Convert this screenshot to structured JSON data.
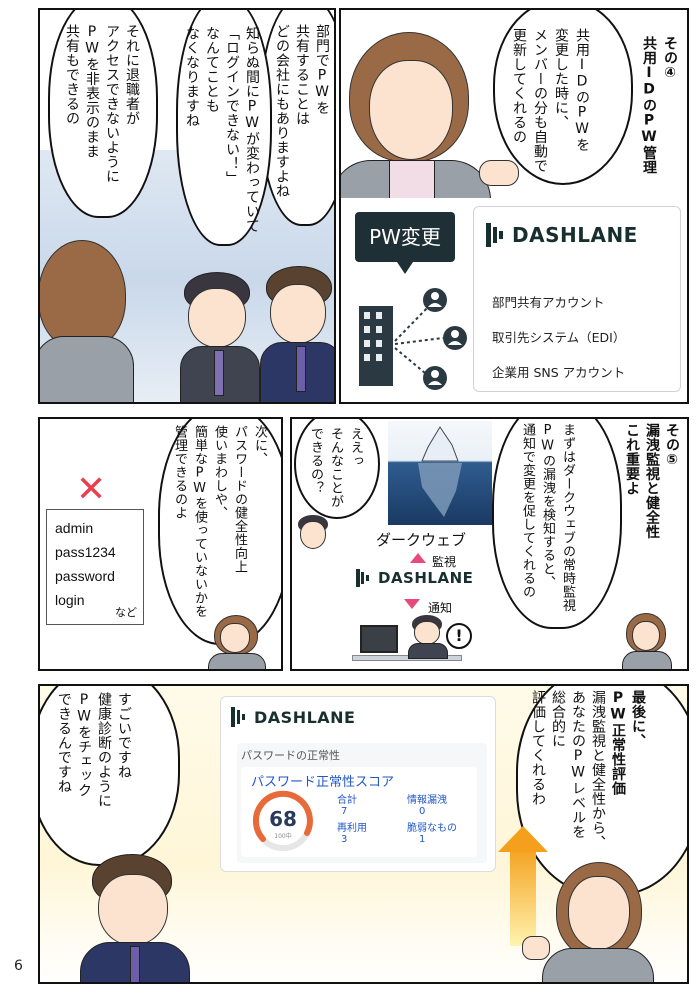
{
  "page_number": "6",
  "panel1": {
    "narration_lines": [
      "その④",
      "共用IDのPW管理"
    ],
    "speech_woman": [
      "共用IDのPWを",
      "変更した時に、",
      "メンバーの分も自動で",
      "更新してくれるの"
    ]
  },
  "panel2": {
    "pw_change_label": "PW変更",
    "brand": "DASHLANE",
    "accounts": [
      "部門共有アカウント",
      "取引先システム（EDI）",
      "企業用 SNS アカウント"
    ]
  },
  "panel3": {
    "speech_man_right": [
      "部門でPWを",
      "共有することは",
      "どの会社にもありますよね"
    ],
    "speech_man_left": [
      "知らぬ間にPWが変わっていて",
      "「ログインできない！」",
      "なんてことも",
      "なくなりますね"
    ],
    "speech_woman": [
      "それに退職者が",
      "アクセスできないように",
      "PWを非表示のまま",
      "共有もできるの"
    ]
  },
  "panel4": {
    "narration_lines": [
      "その⑤",
      "漏洩監視と健全性",
      "これ重要よ"
    ],
    "speech_woman": [
      "まずはダークウェブの常時監視",
      "PWの漏洩を検知すると、",
      "通知で変更を促してくれるの"
    ],
    "dark_web_label": "ダークウェブ",
    "monitor_label": "監視",
    "notify_label": "通知",
    "brand": "DASHLANE",
    "alert_mark": "!",
    "speech_man": [
      "ええっ",
      "そんなことが",
      "できるの？"
    ]
  },
  "panel5": {
    "speech_woman": [
      "次に、",
      "パスワードの健全性向上",
      "使いまわしや、",
      "簡単なPWを使っていないかを",
      "管理できるのよ"
    ],
    "bad_passwords": [
      "admin",
      "pass1234",
      "password",
      "login"
    ],
    "etc_label": "など",
    "cross_mark": "✕"
  },
  "panel6": {
    "speech_woman": [
      "最後に、",
      "PW正常性評価",
      "漏洩監視と健全性から、",
      "あなたのPWレベルを",
      "総合的に",
      "評価してくれるわ"
    ],
    "speech_man": [
      "すごいですね",
      "健康診断のように",
      "PWをチェック",
      "できるんですね"
    ],
    "brand": "DASHLANE",
    "health_section": "パスワードの正常性",
    "score_title": "パスワード正常性スコア",
    "score_value": "68",
    "score_scale": "100中",
    "stats": [
      {
        "label": "合計",
        "value": "7"
      },
      {
        "label": "情報漏洩",
        "value": "0"
      },
      {
        "label": "再利用",
        "value": "3"
      },
      {
        "label": "脆弱なもの",
        "value": "1"
      }
    ]
  },
  "colors": {
    "brand_dark": "#17302f",
    "alert_red": "#e8404e",
    "arrow_pink": "#e8497a",
    "score_orange": "#e86a3a",
    "score_blue": "#2257c9",
    "iceberg_blue": "#2f5c8f"
  }
}
